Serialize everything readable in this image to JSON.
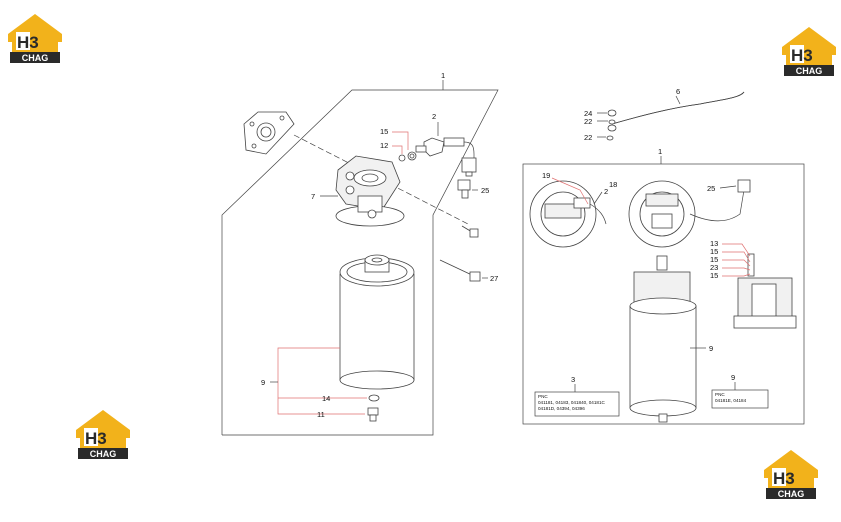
{
  "logo": {
    "text": "CHAG",
    "mark": "H3"
  },
  "callouts_left": [
    "1",
    "2",
    "15",
    "12",
    "7",
    "25",
    "27",
    "9",
    "14",
    "11"
  ],
  "callouts_right": [
    "6",
    "24",
    "22",
    "22",
    "1",
    "19",
    "2",
    "18",
    "25",
    "13",
    "15",
    "15",
    "23",
    "15",
    "9",
    "3",
    "9"
  ],
  "pnc_box_a": {
    "number": "3",
    "title": "PNC",
    "line1": "041181, 04183, 041840, 04181C",
    "line2": "04181D, 04394, 04396"
  },
  "pnc_box_b": {
    "number": "9",
    "title": "PNC",
    "line1": "04181E, 04184"
  },
  "colors": {
    "logo_yellow": "#f2b21b",
    "logo_dark": "#2a2a2a",
    "callout_red": "#e07070",
    "line": "#444444"
  }
}
